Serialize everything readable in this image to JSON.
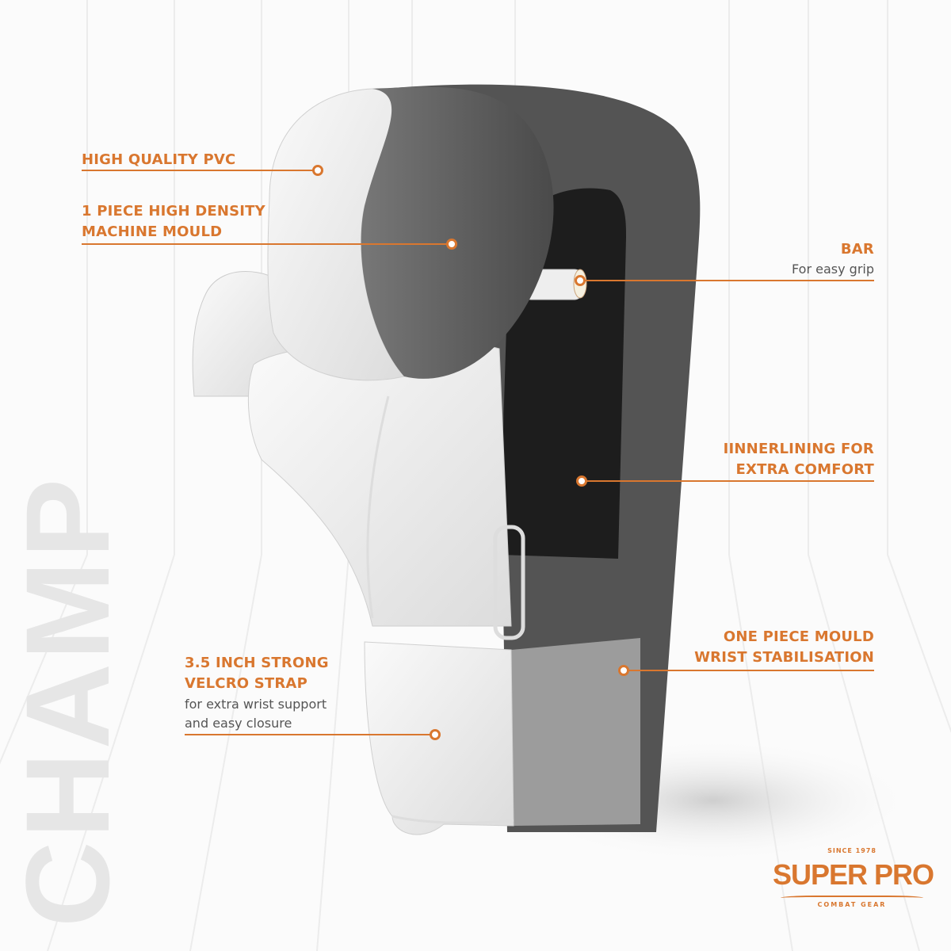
{
  "watermark": "CHAMP",
  "callouts": {
    "pvc": {
      "title": "HIGH QUALITY PVC"
    },
    "mould": {
      "title_line1": "1 PIECE HIGH DENSITY",
      "title_line2": "MACHINE MOULD"
    },
    "bar": {
      "title": "BAR",
      "subtitle": "For easy grip"
    },
    "lining": {
      "title_line1": "IINNERLINING FOR",
      "title_line2": "EXTRA COMFORT"
    },
    "wrist": {
      "title_line1": "ONE PIECE MOULD",
      "title_line2": "WRIST STABILISATION"
    },
    "strap": {
      "title_line1": "3.5 INCH STRONG",
      "title_line2": "VELCRO STRAP",
      "sub_line1": "for extra wrist support",
      "sub_line2": "and easy closure"
    }
  },
  "logo": {
    "since": "SINCE 1978",
    "brand": "SUPER PRO",
    "tagline": "COMBAT GEAR"
  },
  "colors": {
    "accent": "#d9772f",
    "foam": "#5a5a5a",
    "lining": "#1e1e1e",
    "wrist_mould": "#9c9c9c",
    "pvc": "#f2f2f2"
  }
}
